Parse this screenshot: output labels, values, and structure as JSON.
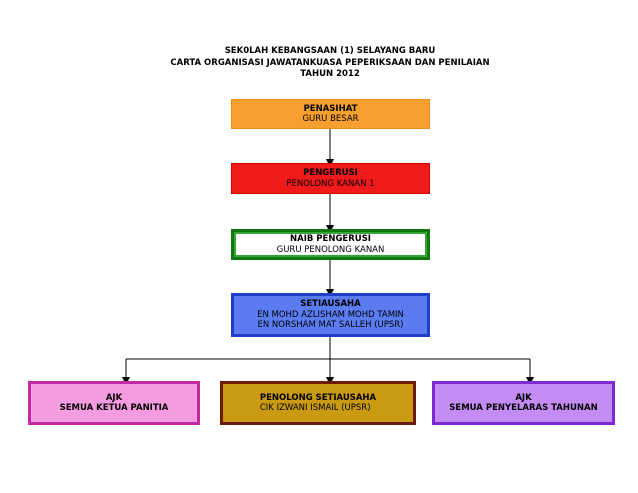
{
  "header": {
    "line1": "SEK0LAH KEBANGSAAN (1) SELAYANG BARU",
    "line2": "CARTA ORGANISASI JAWATANKUASA PEPERIKSAAN DAN PENILAIAN",
    "line3": "TAHUN 2012"
  },
  "nodes": {
    "penasihat": {
      "title": "PENASIHAT",
      "line1": "GURU BESAR"
    },
    "pengerusi": {
      "title": "PENGERUSI",
      "line1": "PENOLONG KANAN 1"
    },
    "naib": {
      "title": "NAIB PENGERUSI",
      "line1": "GURU PENOLONG KANAN"
    },
    "setiausaha": {
      "title": "SETIAUSAHA",
      "line1": "EN MOHD AZLISHAM MOHD TAMIN",
      "line2": "EN NORSHAM MAT SALLEH (UPSR)"
    },
    "ajk_left": {
      "title": "AJK",
      "line1": "SEMUA KETUA PANITIA"
    },
    "penolong": {
      "title": "PENOLONG SETIAUSAHA",
      "line1": "CIK IZWANI ISMAIL (UPSR)"
    },
    "ajk_right": {
      "title": "AJK",
      "line1": "SEMUA PENYELARAS TAHUNAN"
    }
  }
}
